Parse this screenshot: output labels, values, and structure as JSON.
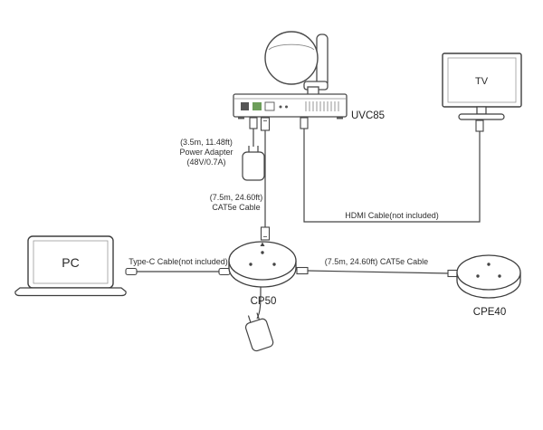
{
  "diagram": {
    "devices": {
      "uvc85": "UVC85",
      "tv": "TV",
      "pc": "PC",
      "cp50": "CP50",
      "cpe40": "CPE40"
    },
    "labels": {
      "power_adapter_line1": "(3.5m, 11.48ft)",
      "power_adapter_line2": "Power Adapter",
      "power_adapter_line3": "(48V/0.7A)",
      "cat5e_vertical_line1": "(7.5m, 24.60ft)",
      "cat5e_vertical_line2": "CAT5e Cable",
      "hdmi_cable": "HDMI Cable(not included)",
      "type_c_cable": "Type-C Cable(not included)",
      "cat5e_horizontal": "(7.5m, 24.60ft) CAT5e Cable"
    }
  }
}
